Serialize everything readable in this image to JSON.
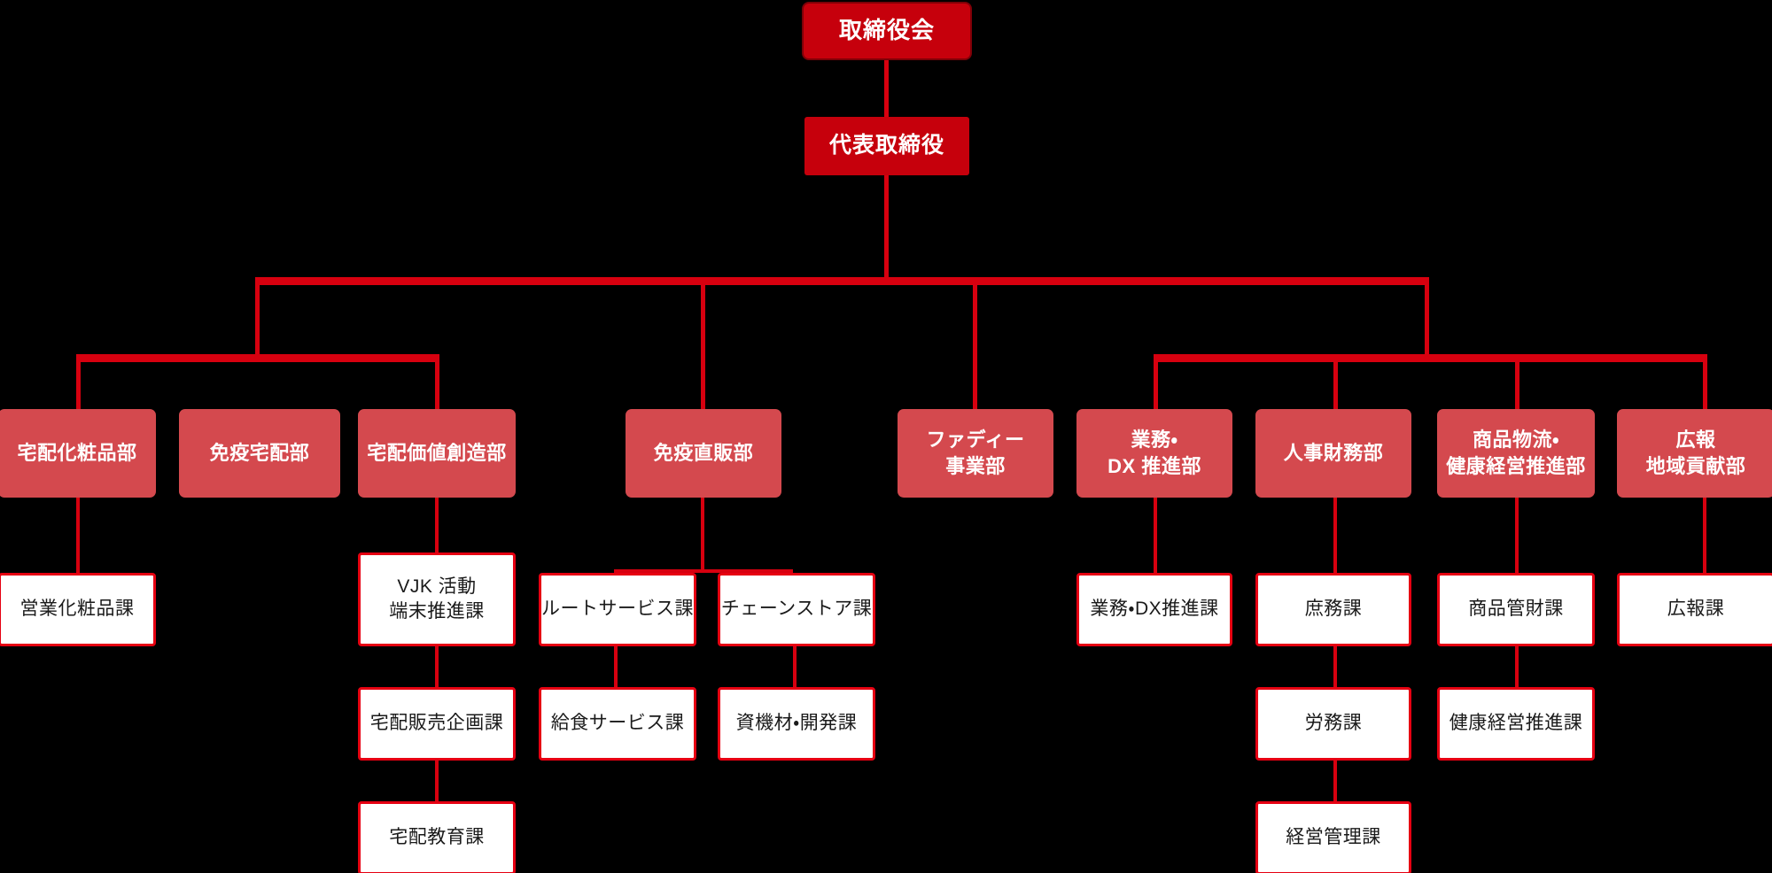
{
  "meta": {
    "title": "組織図",
    "colors": {
      "background": "#000000",
      "connector": "#D7000F",
      "board_fill": "#C6000C",
      "board_border": "#7E0007",
      "exec_fill": "#C6000C",
      "dept_fill": "#D4494E",
      "section_fill": "#FFFFFF",
      "section_border": "#E60012",
      "section_text": "#1A1A1A",
      "light_text": "#FFFFFF"
    }
  },
  "nodes": {
    "board": {
      "label": "取締役会"
    },
    "exec": {
      "label": "代表取締役"
    },
    "departments": [
      {
        "label": "宅配化粧品部"
      },
      {
        "label": "免疫宅配部"
      },
      {
        "label": "宅配価値創造部"
      },
      {
        "label": "免疫直販部"
      },
      {
        "label": "ファディー\n事業部"
      },
      {
        "label": "業務・\nDX 推進部"
      },
      {
        "label": "人事財務部"
      },
      {
        "label": "商品物流・\n健康経営推進部"
      },
      {
        "label": "広報\n地域貢献部"
      }
    ],
    "sections": [
      {
        "label": "営業化粧品課"
      },
      {
        "label": "VJK 活動\n端末推進課"
      },
      {
        "label": "ルートサービス課"
      },
      {
        "label": "チェーンストア課"
      },
      {
        "label": "業務・DX推進課"
      },
      {
        "label": "庶務課"
      },
      {
        "label": "商品管財課"
      },
      {
        "label": "広報課"
      },
      {
        "label": "宅配販売企画課"
      },
      {
        "label": "給食サービス課"
      },
      {
        "label": "資機材・開発課"
      },
      {
        "label": "労務課"
      },
      {
        "label": "健康経営推進課"
      },
      {
        "label": "宅配教育課"
      },
      {
        "label": "経営管理課"
      }
    ]
  }
}
